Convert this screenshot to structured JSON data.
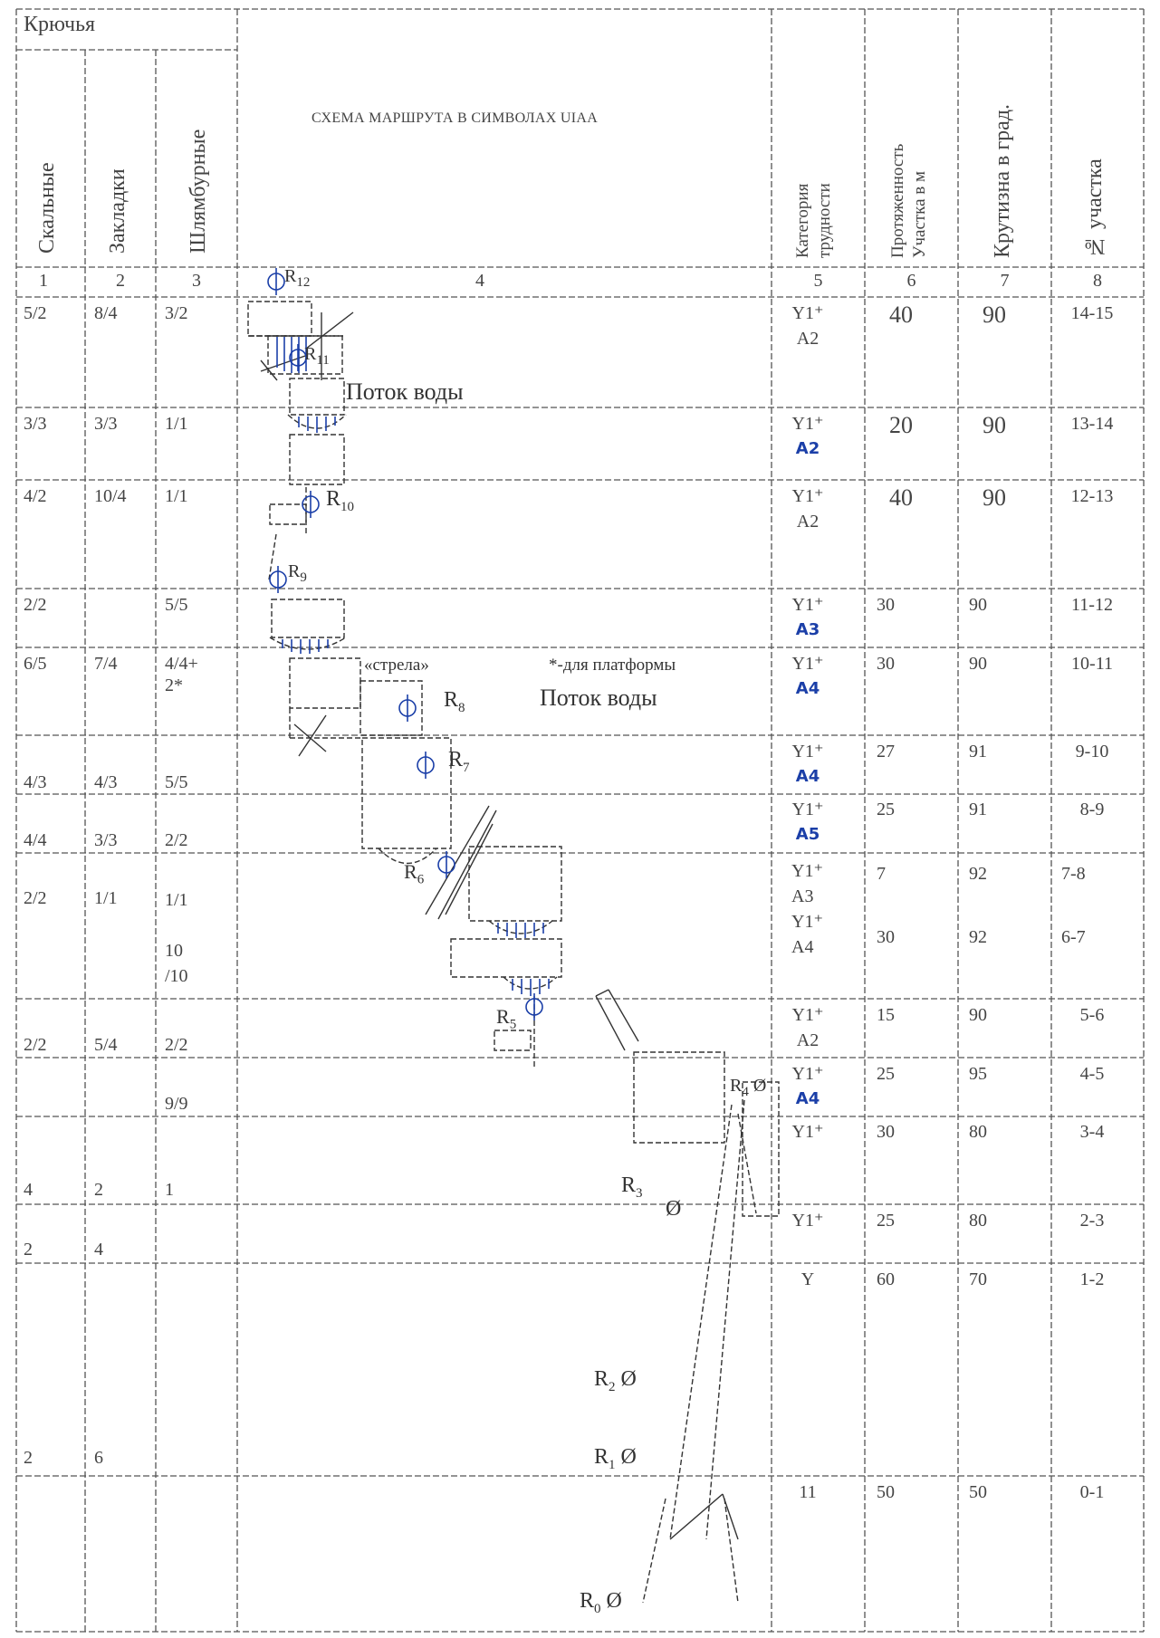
{
  "header": {
    "hooks_group": "Крючья",
    "col_rock": "Скальные",
    "col_nuts": "Закладки",
    "col_bolts": "Шлямбурные",
    "scheme_title": "СХЕМА МАРШРУТА В СИМВОЛАХ UIAA",
    "col_category": "Категория\nтрудности",
    "col_length": "Протяженность\nУчастка в м",
    "col_steep": "Крутизна в град.",
    "col_section": "№ участка"
  },
  "col_numbers": [
    "1",
    "2",
    "3",
    "4",
    "5",
    "6",
    "7",
    "8"
  ],
  "rows": [
    {
      "rock": "5/2",
      "nuts": "8/4",
      "bolts": "3/2",
      "cat1": "Y1⁺",
      "cat2": "A2",
      "len": "40",
      "steep": "90",
      "sec": "14-15"
    },
    {
      "rock": "3/3",
      "nuts": "3/3",
      "bolts": "1/1",
      "cat1": "Y1⁺",
      "cat2": "A2",
      "len": "20",
      "steep": "90",
      "sec": "13-14"
    },
    {
      "rock": "4/2",
      "nuts": "10/4",
      "bolts": "1/1",
      "cat1": "Y1⁺",
      "cat2": "A2",
      "len": "40",
      "steep": "90",
      "sec": "12-13"
    },
    {
      "rock": "2/2",
      "nuts": "",
      "bolts": "5/5",
      "cat1": "Y1⁺",
      "cat2": "A3",
      "len": "30",
      "steep": "90",
      "sec": "11-12"
    },
    {
      "rock": "6/5",
      "nuts": "7/4",
      "bolts": "4/4+\n2*",
      "cat1": "Y1⁺",
      "cat2": "A4",
      "len": "30",
      "steep": "90",
      "sec": "10-11"
    },
    {
      "rock": "4/3",
      "nuts": "4/3",
      "bolts": "5/5",
      "cat1": "Y1⁺",
      "cat2": "A4",
      "len": "27",
      "steep": "91",
      "sec": "9-10"
    },
    {
      "rock": "4/4",
      "nuts": "3/3",
      "bolts": "2/2",
      "cat1": "Y1⁺",
      "cat2": "A5",
      "len": "25",
      "steep": "91",
      "sec": "8-9"
    },
    {
      "rock": "2/2",
      "nuts": "1/1",
      "bolts": "1/1\n\n10\n/10",
      "cat1": "Y1⁺\nA3\nY1⁺\nA4",
      "cat2": "",
      "len": "7\n\n30",
      "steep": "92\n\n92",
      "sec": "7-8\n\n6-7"
    },
    {
      "rock": "2/2",
      "nuts": "5/4",
      "bolts": "2/2",
      "cat1": "Y1⁺",
      "cat2": "A2",
      "len": "15",
      "steep": "90",
      "sec": "5-6"
    },
    {
      "rock": "",
      "nuts": "",
      "bolts": "9/9",
      "cat1": "Y1⁺",
      "cat2": "A4",
      "len": "25",
      "steep": "95",
      "sec": "4-5"
    },
    {
      "rock": "4",
      "nuts": "2",
      "bolts": "1",
      "cat1": "Y1⁺",
      "cat2": "",
      "len": "30",
      "steep": "80",
      "sec": "3-4"
    },
    {
      "rock": "2",
      "nuts": "4",
      "bolts": "",
      "cat1": "Y1⁺",
      "cat2": "",
      "len": "25",
      "steep": "80",
      "sec": "2-3"
    },
    {
      "rock": "2",
      "nuts": "6",
      "bolts": "",
      "cat1": "Y",
      "cat2": "",
      "len": "60",
      "steep": "70",
      "sec": "1-2"
    },
    {
      "rock": "",
      "nuts": "",
      "bolts": "",
      "cat1": "11",
      "cat2": "",
      "len": "50",
      "steep": "50",
      "sec": "0-1"
    }
  ],
  "scheme": {
    "stations": [
      {
        "letter": "R",
        "num": "12"
      },
      {
        "letter": "R",
        "num": "11"
      },
      {
        "letter": "R",
        "num": "10"
      },
      {
        "letter": "R",
        "num": "9"
      },
      {
        "letter": "R",
        "num": "8"
      },
      {
        "letter": "R",
        "num": "7"
      },
      {
        "letter": "R",
        "num": "6"
      },
      {
        "letter": "R",
        "num": "5"
      },
      {
        "letter": "R",
        "num": "4"
      },
      {
        "letter": "R",
        "num": "3"
      },
      {
        "letter": "R",
        "num": "2"
      },
      {
        "letter": "R",
        "num": "1"
      },
      {
        "letter": "R",
        "num": "0"
      }
    ],
    "water_top": "Поток воды",
    "water_mid": "Поток воды",
    "strela": "«стрела»",
    "platform_note": "*-для платформы",
    "anchor_symbol": "Ø"
  }
}
